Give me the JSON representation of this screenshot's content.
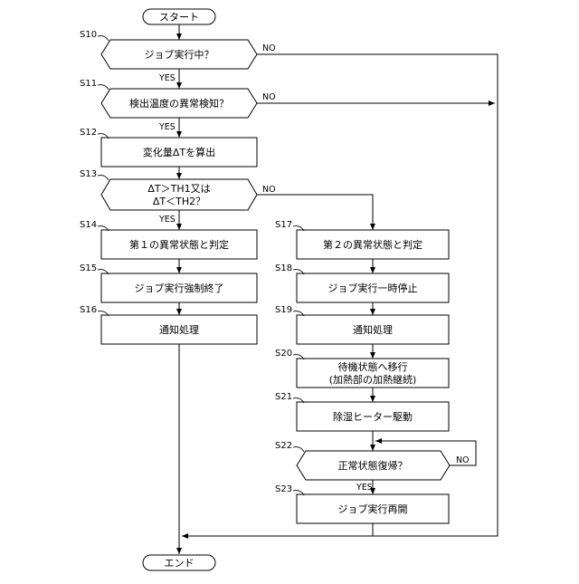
{
  "flowchart": {
    "start": "スタート",
    "end": "エンド",
    "yes": "YES",
    "no": "NO",
    "steps": {
      "s10": {
        "id": "S10",
        "text": "ジョブ実行中？"
      },
      "s11": {
        "id": "S11",
        "text": "検出温度の異常検知？"
      },
      "s12": {
        "id": "S12",
        "text": "変化量ΔTを算出"
      },
      "s13": {
        "id": "S13",
        "line1": "ΔT＞TH1又は",
        "line2": "ΔT＜TH2？"
      },
      "s14": {
        "id": "S14",
        "text": "第１の異常状態と判定"
      },
      "s15": {
        "id": "S15",
        "text": "ジョブ実行強制終了"
      },
      "s16": {
        "id": "S16",
        "text": "通知処理"
      },
      "s17": {
        "id": "S17",
        "text": "第２の異常状態と判定"
      },
      "s18": {
        "id": "S18",
        "text": "ジョブ実行一時停止"
      },
      "s19": {
        "id": "S19",
        "text": "通知処理"
      },
      "s20": {
        "id": "S20",
        "line1": "待機状態へ移行",
        "line2": "(加熱部の加熱継続)"
      },
      "s21": {
        "id": "S21",
        "text": "除湿ヒーター駆動"
      },
      "s22": {
        "id": "S22",
        "text": "正常状態復帰？"
      },
      "s23": {
        "id": "S23",
        "text": "ジョブ実行再開"
      }
    }
  }
}
